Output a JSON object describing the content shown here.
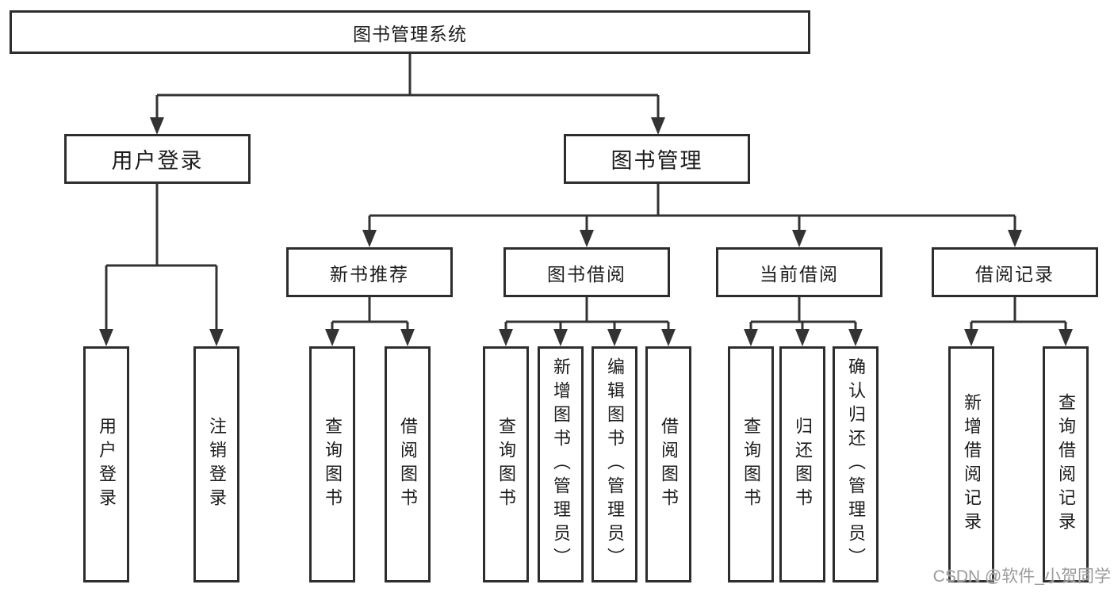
{
  "diagram": {
    "root": {
      "label": "图书管理系统"
    },
    "branches": [
      {
        "label": "用户登录",
        "children": [
          {
            "label": "用户登录"
          },
          {
            "label": "注销登录"
          }
        ]
      },
      {
        "label": "图书管理",
        "children": [
          {
            "label": "新书推荐",
            "children": [
              {
                "label": "查询图书"
              },
              {
                "label": "借阅图书"
              }
            ]
          },
          {
            "label": "图书借阅",
            "children": [
              {
                "label": "查询图书"
              },
              {
                "label": "新增图书（管理员）"
              },
              {
                "label": "编辑图书（管理员）"
              },
              {
                "label": "借阅图书"
              }
            ]
          },
          {
            "label": "当前借阅",
            "children": [
              {
                "label": "查询图书"
              },
              {
                "label": "归还图书"
              },
              {
                "label": "确认归还（管理员）"
              }
            ]
          },
          {
            "label": "借阅记录",
            "children": [
              {
                "label": "新增借阅记录"
              },
              {
                "label": "查询借阅记录"
              }
            ]
          }
        ]
      }
    ]
  },
  "watermark": {
    "text": "CSDN @软件_小贺同学"
  },
  "colors": {
    "background": "#ffffff",
    "line": "#333333",
    "box_border": "#2d2d2d",
    "text": "#1c1c1c",
    "watermark": "#9b9b9b"
  }
}
